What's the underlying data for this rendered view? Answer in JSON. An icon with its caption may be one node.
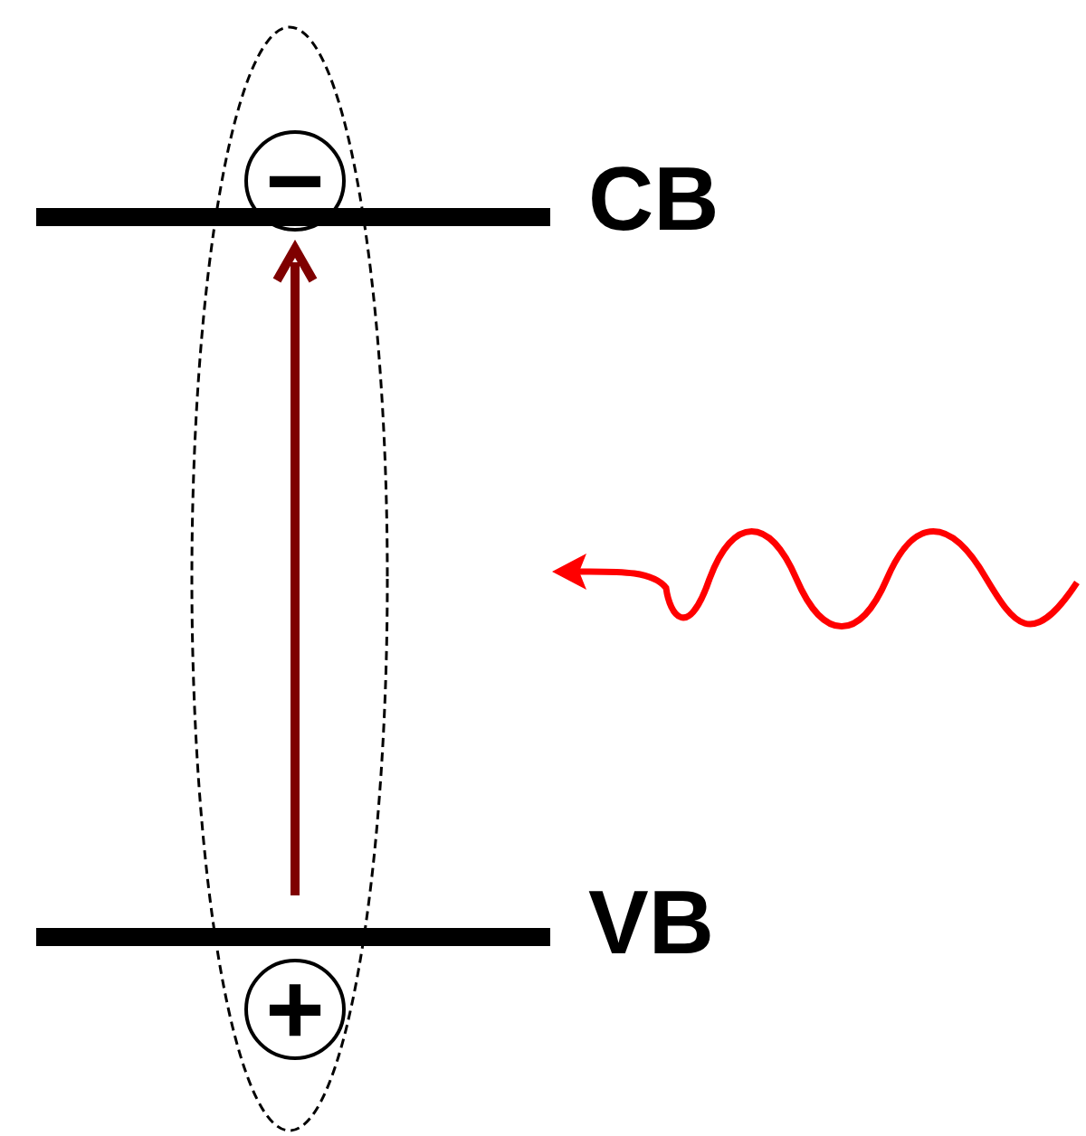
{
  "diagram": {
    "nodes": [
      {
        "text": [],
        "shape": "ellipse"
      },
      {
        "text": [
          "−"
        ],
        "in": 0
      },
      {
        "text": [],
        "shape": "bar",
        "beside": [
          "CB"
        ]
      },
      {
        "text": [],
        "shape": "bar",
        "beside": [
          "VB"
        ]
      },
      {
        "text": [
          "+"
        ],
        "in": 0
      }
    ],
    "edges": [
      {
        "from": 3,
        "to": 2,
        "arrow": "to",
        "color": "#7f0000"
      }
    ]
  }
}
